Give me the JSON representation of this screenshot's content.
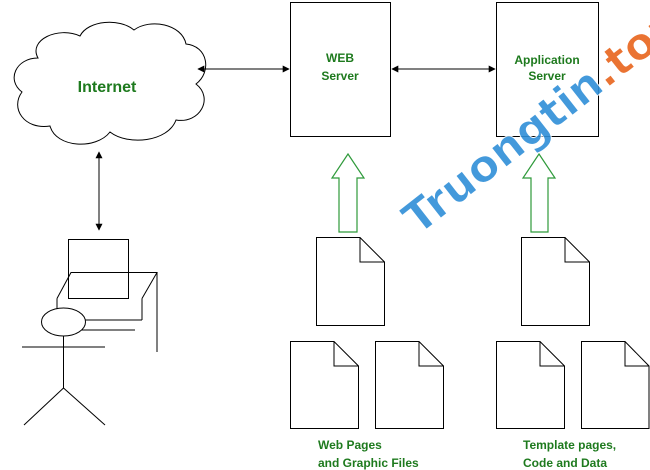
{
  "internet": {
    "label": "Internet"
  },
  "web_server": {
    "line1": "WEB",
    "line2": "Server"
  },
  "app_server": {
    "line1": "Application",
    "line2": "Server"
  },
  "web_files": {
    "line1": "Web Pages",
    "line2": "and Graphic Files"
  },
  "template_files": {
    "line1": "Template pages,",
    "line2": "Code and Data"
  },
  "watermark": {
    "text": "Truongtin.top"
  },
  "colors": {
    "label_green": "#1e7a1e",
    "arrow_green": "#2e9a3a",
    "watermark_blue": "#2f8fd8",
    "watermark_orange": "#e8641c"
  }
}
